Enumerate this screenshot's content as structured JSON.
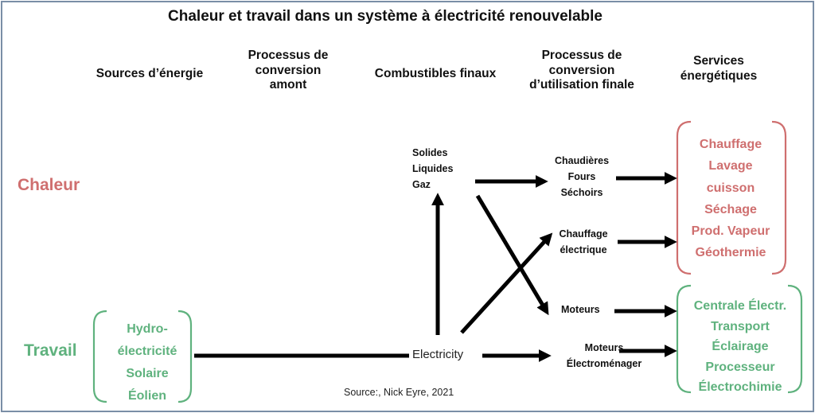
{
  "title": "Chaleur et travail dans un système à électricité renouvelable",
  "columns": {
    "sources": "Sources d’énergie",
    "upstream": [
      "Processus de",
      "conversion",
      "amont"
    ],
    "final_fuels": "Combustibles finaux",
    "end_use": [
      "Processus de",
      "conversion",
      "d’utilisation finale"
    ],
    "services": [
      "Services",
      "énergétiques"
    ]
  },
  "rows": {
    "heat": "Chaleur",
    "work": "Travail"
  },
  "sources_list": [
    "Hydro-",
    "électricité",
    "Solaire",
    "Éolien"
  ],
  "fuels": [
    "Solides",
    "Liquides",
    "Gaz"
  ],
  "electricity": "Electricity",
  "end_use_nodes": {
    "boilers": [
      "Chaudières",
      "Fours",
      "Séchoirs"
    ],
    "electric_heating": [
      "Chauffage",
      "électrique"
    ],
    "motors": "Moteurs",
    "motors_appliances": [
      "Moteurs",
      "Électroménager"
    ]
  },
  "heat_services": [
    "Chauffage",
    "Lavage",
    "cuisson",
    "Séchage",
    "Prod. Vapeur",
    "Géothermie"
  ],
  "work_services": [
    "Centrale Électr.",
    "Transport",
    "Éclairage",
    "Processeur",
    "Électrochimie"
  ],
  "source_note": "Source:, Nick Eyre, 2021",
  "colors": {
    "heat": "#cf6f6f",
    "work": "#5fb27e",
    "border": "#7a8ea6",
    "arrow": "#000000"
  }
}
